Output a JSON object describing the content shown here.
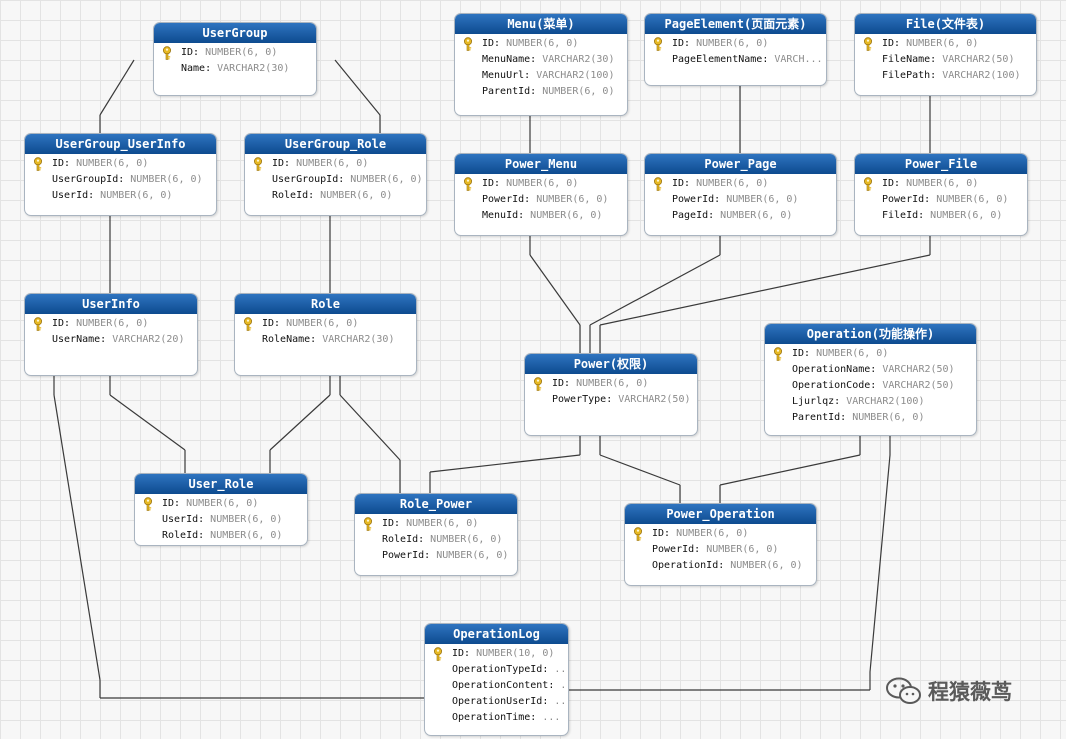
{
  "entities": [
    {
      "id": "UserGroup",
      "title": "UserGroup",
      "fields": [
        {
          "name": "ID",
          "type": "NUMBER(6, 0)",
          "pk": true
        },
        {
          "name": "Name",
          "type": "VARCHAR2(30)"
        }
      ]
    },
    {
      "id": "UserGroup_UserInfo",
      "title": "UserGroup_UserInfo",
      "fields": [
        {
          "name": "ID",
          "type": "NUMBER(6, 0)",
          "pk": true
        },
        {
          "name": "UserGroupId",
          "type": "NUMBER(6, 0)"
        },
        {
          "name": "UserId",
          "type": "NUMBER(6, 0)"
        }
      ]
    },
    {
      "id": "UserGroup_Role",
      "title": "UserGroup_Role",
      "fields": [
        {
          "name": "ID",
          "type": "NUMBER(6, 0)",
          "pk": true
        },
        {
          "name": "UserGroupId",
          "type": "NUMBER(6, 0)"
        },
        {
          "name": "RoleId",
          "type": "NUMBER(6, 0)"
        }
      ]
    },
    {
      "id": "UserInfo",
      "title": "UserInfo",
      "fields": [
        {
          "name": "ID",
          "type": "NUMBER(6, 0)",
          "pk": true
        },
        {
          "name": "UserName",
          "type": "VARCHAR2(20)"
        }
      ]
    },
    {
      "id": "Role",
      "title": "Role",
      "fields": [
        {
          "name": "ID",
          "type": "NUMBER(6, 0)",
          "pk": true
        },
        {
          "name": "RoleName",
          "type": "VARCHAR2(30)"
        }
      ]
    },
    {
      "id": "User_Role",
      "title": "User_Role",
      "fields": [
        {
          "name": "ID",
          "type": "NUMBER(6, 0)",
          "pk": true
        },
        {
          "name": "UserId",
          "type": "NUMBER(6, 0)"
        },
        {
          "name": "RoleId",
          "type": "NUMBER(6, 0)"
        }
      ]
    },
    {
      "id": "Role_Power",
      "title": "Role_Power",
      "fields": [
        {
          "name": "ID",
          "type": "NUMBER(6, 0)",
          "pk": true
        },
        {
          "name": "RoleId",
          "type": "NUMBER(6, 0)"
        },
        {
          "name": "PowerId",
          "type": "NUMBER(6, 0)"
        }
      ]
    },
    {
      "id": "Menu",
      "title": "Menu(菜单)",
      "fields": [
        {
          "name": "ID",
          "type": "NUMBER(6, 0)",
          "pk": true
        },
        {
          "name": "MenuName",
          "type": "VARCHAR2(30)"
        },
        {
          "name": "MenuUrl",
          "type": "VARCHAR2(100)"
        },
        {
          "name": "ParentId",
          "type": "NUMBER(6, 0)"
        }
      ]
    },
    {
      "id": "PageElement",
      "title": "PageElement(页面元素)",
      "fields": [
        {
          "name": "ID",
          "type": "NUMBER(6, 0)",
          "pk": true
        },
        {
          "name": "PageElementName",
          "type": "VARCH..."
        }
      ]
    },
    {
      "id": "File",
      "title": "File(文件表)",
      "fields": [
        {
          "name": "ID",
          "type": "NUMBER(6, 0)",
          "pk": true
        },
        {
          "name": "FileName",
          "type": "VARCHAR2(50)"
        },
        {
          "name": "FilePath",
          "type": "VARCHAR2(100)"
        }
      ]
    },
    {
      "id": "Power_Menu",
      "title": "Power_Menu",
      "fields": [
        {
          "name": "ID",
          "type": "NUMBER(6, 0)",
          "pk": true
        },
        {
          "name": "PowerId",
          "type": "NUMBER(6, 0)"
        },
        {
          "name": "MenuId",
          "type": "NUMBER(6, 0)"
        }
      ]
    },
    {
      "id": "Power_Page",
      "title": "Power_Page",
      "fields": [
        {
          "name": "ID",
          "type": "NUMBER(6, 0)",
          "pk": true
        },
        {
          "name": "PowerId",
          "type": "NUMBER(6, 0)"
        },
        {
          "name": "PageId",
          "type": "NUMBER(6, 0)"
        }
      ]
    },
    {
      "id": "Power_File",
      "title": "Power_File",
      "fields": [
        {
          "name": "ID",
          "type": "NUMBER(6, 0)",
          "pk": true
        },
        {
          "name": "PowerId",
          "type": "NUMBER(6, 0)"
        },
        {
          "name": "FileId",
          "type": "NUMBER(6, 0)"
        }
      ]
    },
    {
      "id": "Power",
      "title": "Power(权限)",
      "fields": [
        {
          "name": "ID",
          "type": "NUMBER(6, 0)",
          "pk": true
        },
        {
          "name": "PowerType",
          "type": "VARCHAR2(50)"
        }
      ]
    },
    {
      "id": "Operation",
      "title": "Operation(功能操作)",
      "fields": [
        {
          "name": "ID",
          "type": "NUMBER(6, 0)",
          "pk": true
        },
        {
          "name": "OperationName",
          "type": "VARCHAR2(50)"
        },
        {
          "name": "OperationCode",
          "type": "VARCHAR2(50)"
        },
        {
          "name": "Ljurlqz",
          "type": "VARCHAR2(100)"
        },
        {
          "name": "ParentId",
          "type": "NUMBER(6, 0)"
        }
      ]
    },
    {
      "id": "Power_Operation",
      "title": "Power_Operation",
      "fields": [
        {
          "name": "ID",
          "type": "NUMBER(6, 0)",
          "pk": true
        },
        {
          "name": "PowerId",
          "type": "NUMBER(6, 0)"
        },
        {
          "name": "OperationId",
          "type": "NUMBER(6, 0)"
        }
      ]
    },
    {
      "id": "OperationLog",
      "title": "OperationLog",
      "fields": [
        {
          "name": "ID",
          "type": "NUMBER(10, 0)",
          "pk": true
        },
        {
          "name": "OperationTypeId",
          "type": "..."
        },
        {
          "name": "OperationContent",
          "type": "..."
        },
        {
          "name": "OperationUserId",
          "type": "..."
        },
        {
          "name": "OperationTime",
          "type": "..."
        }
      ]
    }
  ],
  "relations": [
    [
      "UserGroup",
      "UserGroup_UserInfo"
    ],
    [
      "UserGroup",
      "UserGroup_Role"
    ],
    [
      "UserGroup_UserInfo",
      "UserInfo"
    ],
    [
      "UserGroup_Role",
      "Role"
    ],
    [
      "UserInfo",
      "User_Role"
    ],
    [
      "Role",
      "User_Role"
    ],
    [
      "Role",
      "Role_Power"
    ],
    [
      "Menu",
      "Power_Menu"
    ],
    [
      "PageElement",
      "Power_Page"
    ],
    [
      "File",
      "Power_File"
    ],
    [
      "Power_Menu",
      "Power"
    ],
    [
      "Power_Page",
      "Power"
    ],
    [
      "Power_File",
      "Power"
    ],
    [
      "Power",
      "Role_Power"
    ],
    [
      "Power",
      "Power_Operation"
    ],
    [
      "Operation",
      "Power_Operation"
    ],
    [
      "UserInfo",
      "OperationLog"
    ],
    [
      "Operation",
      "OperationLog"
    ]
  ],
  "watermark": {
    "text": "程猿薇茑",
    "icon": "wechat-icon"
  },
  "colors": {
    "header_top": "#2f74c0",
    "header_bottom": "#0d4b8f",
    "key": "#e8b923",
    "line": "#3a3a3a"
  }
}
